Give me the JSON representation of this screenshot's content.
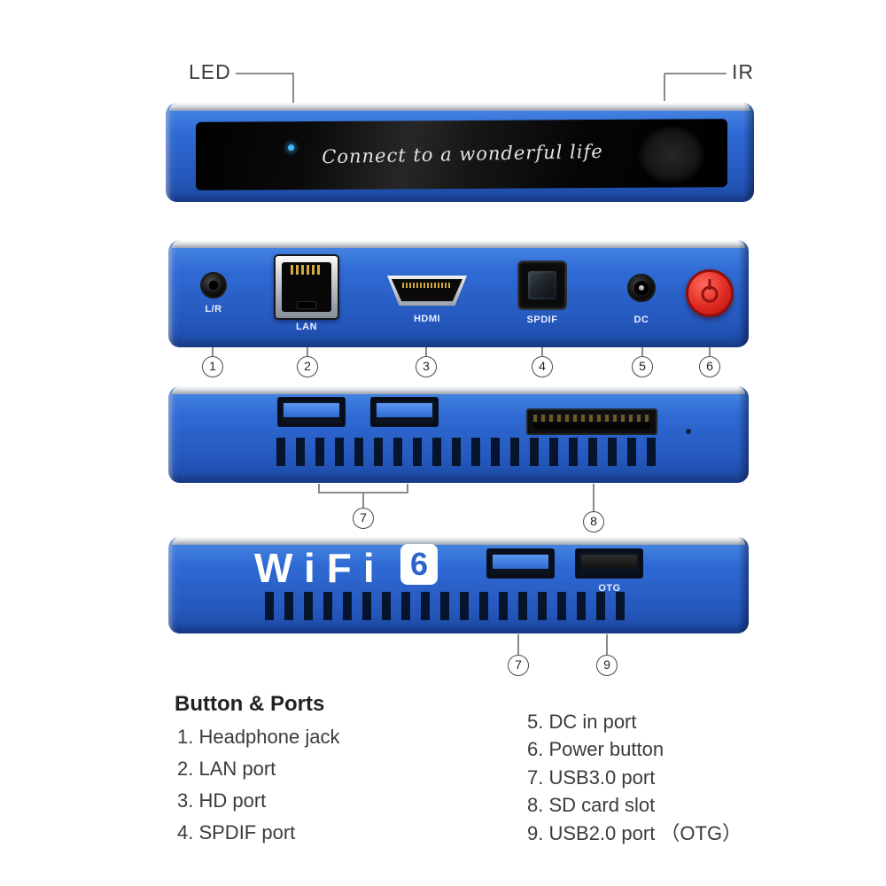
{
  "annotations": {
    "led": "LED",
    "ir": "IR"
  },
  "front_view": {
    "tagline": "Connect to a wonderful life"
  },
  "rear_view": {
    "port_labels": {
      "headphone": "L/R",
      "lan": "LAN",
      "hdmi": "HDMI",
      "spdif": "SPDIF",
      "dc": "DC"
    },
    "callouts": [
      "1",
      "2",
      "3",
      "4",
      "5",
      "6"
    ]
  },
  "usb_side_view": {
    "callouts": [
      "7",
      "8"
    ]
  },
  "wifi_side_view": {
    "logo_text": "WiFi",
    "logo_badge": "6",
    "otg_label": "OTG",
    "callouts": [
      "7",
      "9"
    ]
  },
  "legend": {
    "title": "Button & Ports",
    "left_items": [
      "1. Headphone jack",
      "2. LAN port",
      "3. HD port",
      "4. SPDIF port"
    ],
    "right_items": [
      "5. DC in port",
      "6. Power button",
      "7. USB3.0 port",
      "8. SD card slot",
      "9. USB2.0 port （OTG）"
    ]
  },
  "colors": {
    "device_blue": "#2f6ad4",
    "power_red": "#e02a22",
    "usb_blue": "#3b7de0",
    "led_blue": "#41b9ff"
  }
}
